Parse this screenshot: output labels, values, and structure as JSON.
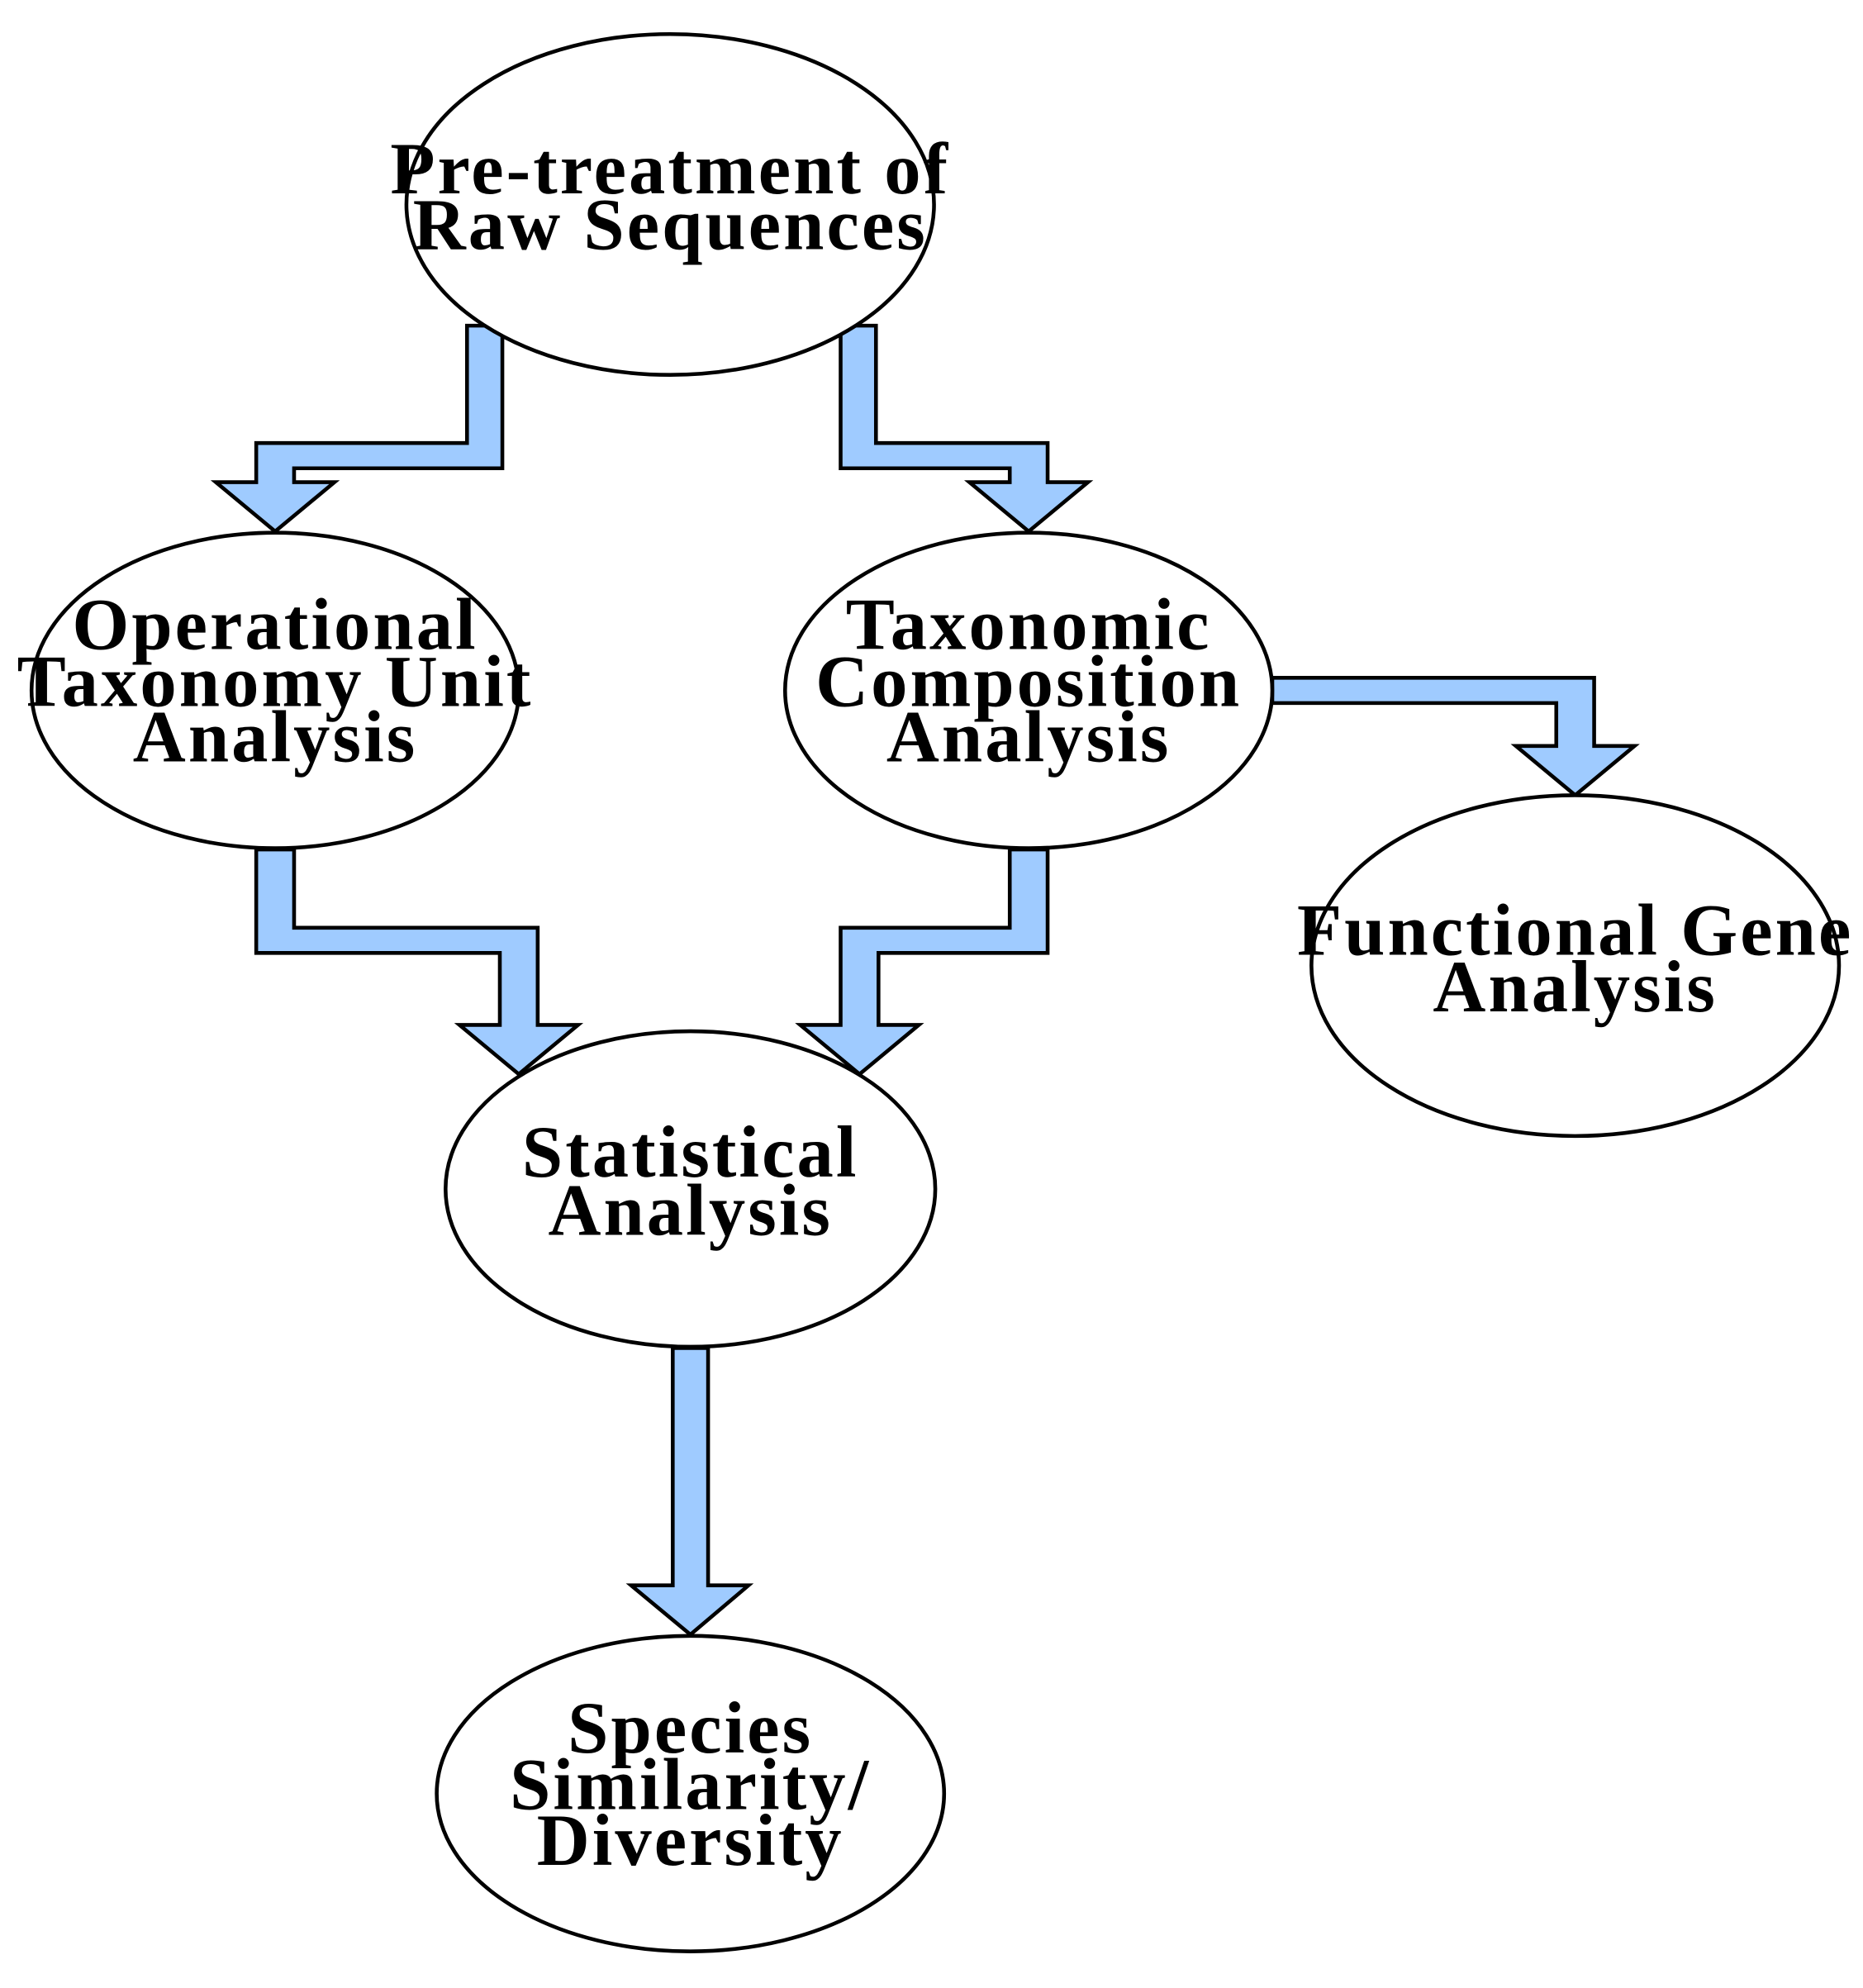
{
  "diagram": {
    "type": "flowchart",
    "colors": {
      "arrow_fill": "#9fcbff",
      "node_fill": "#ffffff",
      "outline": "#000000"
    },
    "nodes": {
      "pretreatment": {
        "lines": [
          "Pre-treatment of",
          "Raw Sequences"
        ]
      },
      "otu": {
        "lines": [
          "Operational",
          "Taxonomy Unit",
          "Analysis"
        ]
      },
      "taxonomic": {
        "lines": [
          "Taxonomic",
          "Composition",
          "Analysis"
        ]
      },
      "functional": {
        "lines": [
          "Functional Gene",
          "Analysis"
        ]
      },
      "statistical": {
        "lines": [
          "Statistical",
          "Analysis"
        ]
      },
      "species": {
        "lines": [
          "Species",
          "Similarity/",
          "Diversity"
        ]
      }
    },
    "edges": [
      {
        "from": "Pre-treatment of Raw Sequences",
        "to": "Operational Taxonomy Unit Analysis"
      },
      {
        "from": "Pre-treatment of Raw Sequences",
        "to": "Taxonomic Composition Analysis"
      },
      {
        "from": "Taxonomic Composition Analysis",
        "to": "Functional Gene Analysis"
      },
      {
        "from": "Operational Taxonomy Unit Analysis",
        "to": "Statistical Analysis"
      },
      {
        "from": "Taxonomic Composition Analysis",
        "to": "Statistical Analysis"
      },
      {
        "from": "Statistical Analysis",
        "to": "Species Similarity/ Diversity"
      }
    ]
  }
}
